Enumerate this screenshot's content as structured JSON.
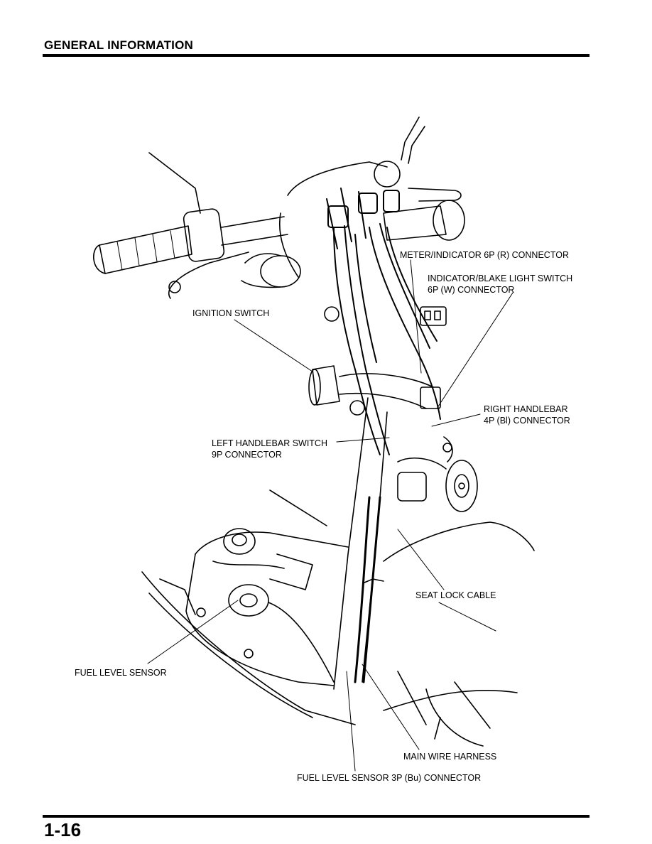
{
  "header": {
    "title": "GENERAL INFORMATION"
  },
  "footer": {
    "page_number": "1-16"
  },
  "callouts": {
    "meter_connector": "METER/INDICATOR 6P (R) CONNECTOR",
    "indicator_switch_line1": "INDICATOR/BLAKE LIGHT SWITCH",
    "indicator_switch_line2": "6P (W) CONNECTOR",
    "ignition_switch": "IGNITION SWITCH",
    "right_handlebar_line1": "RIGHT HANDLEBAR",
    "right_handlebar_line2": "4P (Bl) CONNECTOR",
    "left_handlebar_line1": "LEFT HANDLEBAR SWITCH",
    "left_handlebar_line2": "9P CONNECTOR",
    "seat_lock_cable": "SEAT LOCK CABLE",
    "fuel_level_sensor": "FUEL LEVEL SENSOR",
    "main_wire_harness": "MAIN WIRE HARNESS",
    "fuel_sensor_connector": "FUEL LEVEL SENSOR 3P (Bu) CONNECTOR"
  },
  "colors": {
    "ink": "#000000",
    "paper": "#ffffff"
  }
}
